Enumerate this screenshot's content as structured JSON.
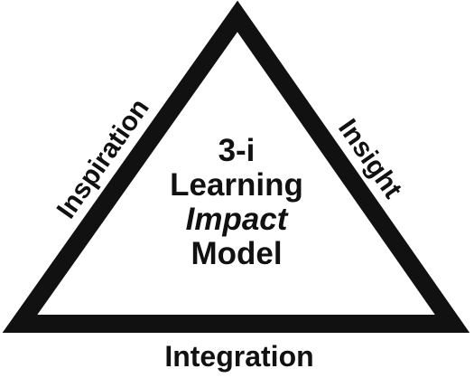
{
  "diagram": {
    "title_lines": [
      "3-i",
      "Learning",
      "Impact",
      "Model"
    ],
    "sides": {
      "left": "Inspiration",
      "right": "Insight",
      "bottom": "Integration"
    },
    "colors": {
      "stroke": "#111111",
      "fill": "#ffffff",
      "text": "#111111"
    }
  }
}
